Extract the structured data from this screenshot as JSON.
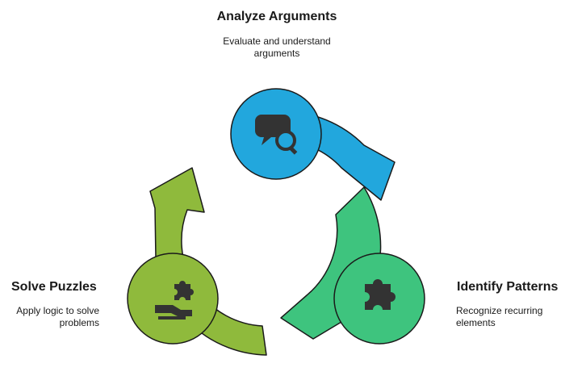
{
  "colors": {
    "analyze": "#22a7dd",
    "identify": "#3ec47e",
    "solve": "#8fba3c",
    "icon": "#333333",
    "outline": "#1a1a1a"
  },
  "steps": [
    {
      "title": "Analyze Arguments",
      "desc_lines": [
        "Evaluate and understand",
        "arguments"
      ],
      "icon": "chat-magnifier-icon"
    },
    {
      "title": "Identify Patterns",
      "desc_lines": [
        "Recognize recurring",
        "elements"
      ],
      "icon": "puzzle-piece-icon"
    },
    {
      "title": "Solve Puzzles",
      "desc_lines": [
        "Apply logic to solve",
        "problems"
      ],
      "icon": "hand-puzzle-icon"
    }
  ]
}
